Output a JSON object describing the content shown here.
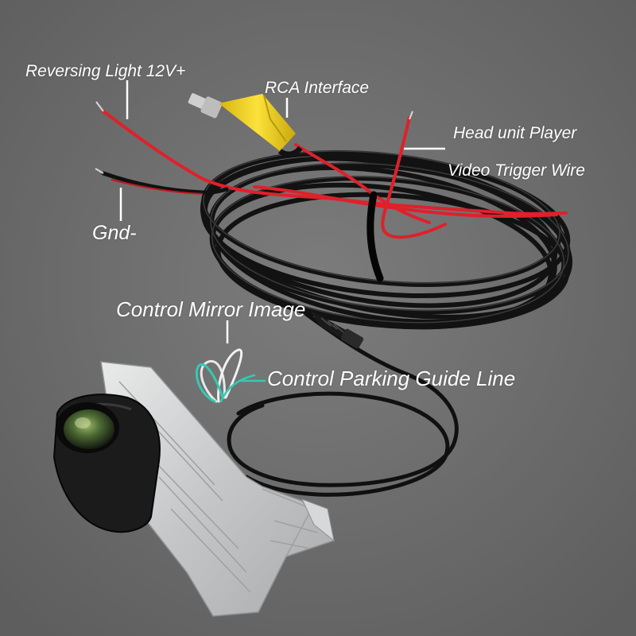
{
  "labels": {
    "reversing_light": "Reversing Light 12V+",
    "rca_interface": "RCA Interface",
    "head_unit_player": "Head unit Player",
    "video_trigger_wire": "Video Trigger Wire",
    "gnd": "Gnd-",
    "control_mirror_image": "Control Mirror Image",
    "control_parking_guide_line": "Control Parking Guide Line"
  },
  "colors": {
    "background": "#6f6f6f",
    "label_text": "#ffffff",
    "cable_black": "#141414",
    "wire_red": "#e0202a",
    "rca_yellow": "#f2d21a",
    "wire_teal": "#35c9b1"
  }
}
